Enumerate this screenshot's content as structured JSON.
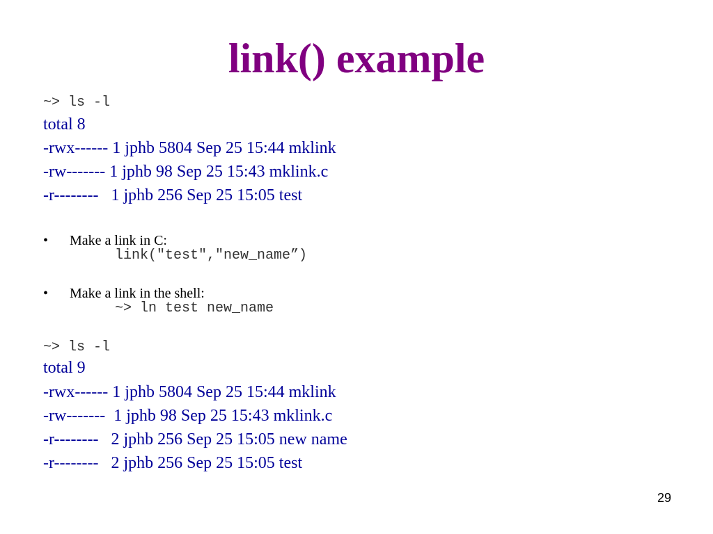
{
  "slide": {
    "title": "link() example",
    "page_number": "29"
  },
  "listing_before": {
    "command": "~> ls -l",
    "total": "total 8",
    "rows": [
      "-rwx------ 1 jphb 5804 Sep 25 15:44 mklink",
      "-rw------- 1 jphb 98 Sep 25 15:43 mklink.c",
      "-r--------   1 jphb 256 Sep 25 15:05 test"
    ]
  },
  "bullets": [
    {
      "label": "Make a link in C:",
      "code": "link(\"test\",\"new_name”)"
    },
    {
      "label": "Make a link in the shell:",
      "code": "~> ln test new_name"
    }
  ],
  "bullet_marker": "•",
  "listing_after": {
    "command": "~> ls -l",
    "total": "total 9",
    "rows": [
      "-rwx------ 1 jphb 5804 Sep 25 15:44 mklink",
      "-rw-------  1 jphb 98 Sep 25 15:43 mklink.c",
      "-r--------   2 jphb 256 Sep 25 15:05 new name",
      "-r--------   2 jphb 256 Sep 25 15:05 test"
    ]
  },
  "colors": {
    "title": "#800080",
    "listing_text": "#000099",
    "command_text": "#333333"
  }
}
